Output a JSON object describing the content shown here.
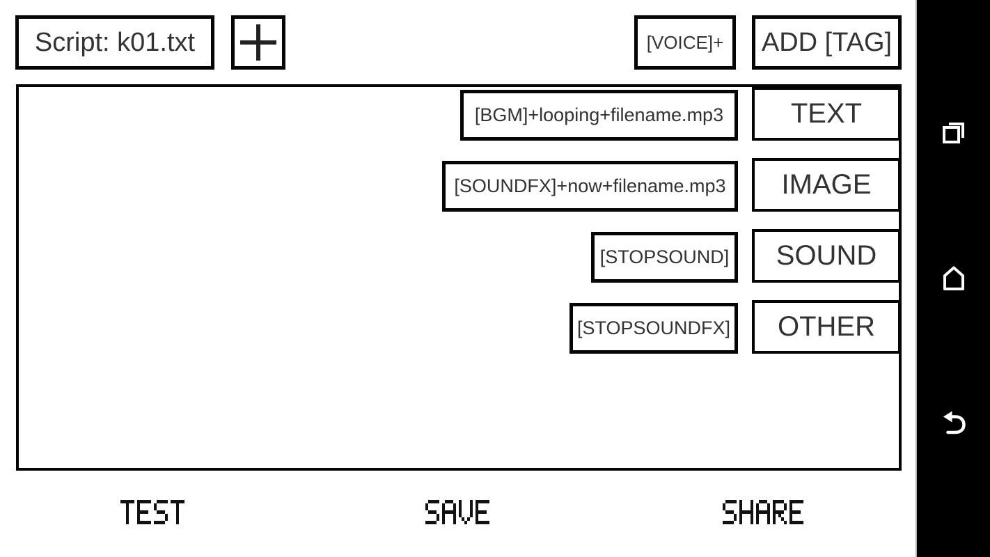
{
  "header": {
    "script_button_label": "Script: k01.txt",
    "voice_button_label": "[VOICE]+",
    "add_tag_button_label": "ADD [TAG]"
  },
  "tag_panel": {
    "tag_options": [
      "[BGM]+looping+filename.mp3",
      "[SOUNDFX]+now+filename.mp3",
      "[STOPSOUND]",
      "[STOPSOUNDFX]"
    ],
    "categories": [
      "TEXT",
      "IMAGE",
      "SOUND",
      "OTHER"
    ]
  },
  "actions": [
    "TEST",
    "SAVE",
    "SHARE"
  ],
  "navbar": {
    "icons": [
      "recents-icon",
      "home-icon",
      "back-icon"
    ]
  },
  "colors": {
    "background": "#ffffff",
    "border": "#050505",
    "text": "#333333",
    "pixel_text": "#111111",
    "navbar_background": "#000000",
    "navbar_icon": "#ffffff",
    "navbar_divider": "#b0b0b0"
  }
}
